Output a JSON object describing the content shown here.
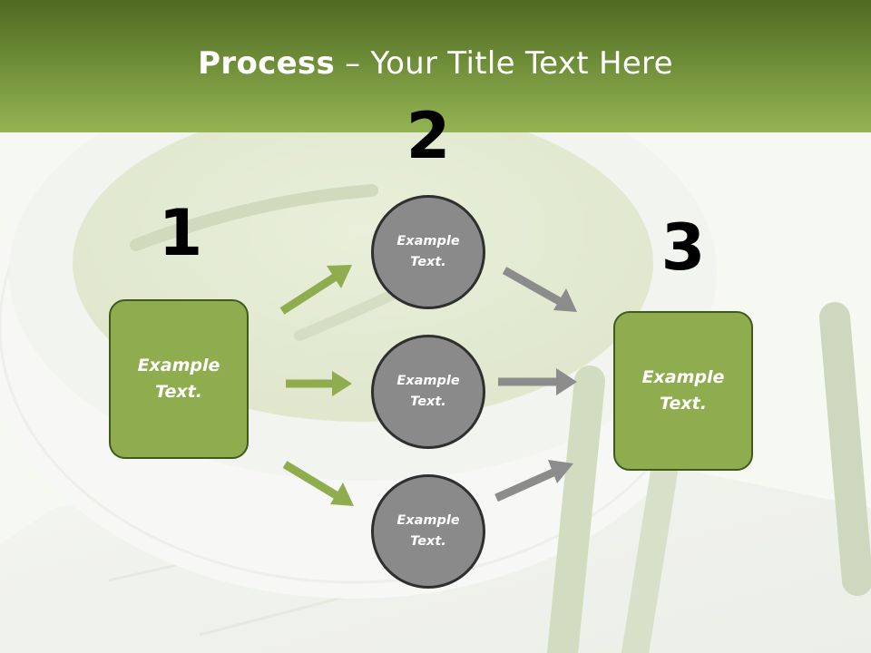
{
  "slide": {
    "title_bold": "Process",
    "title_rest": " – Your Title Text Here"
  },
  "steps": {
    "one": {
      "number": "1",
      "text": "Example Text."
    },
    "two": {
      "number": "2"
    },
    "three": {
      "number": "3",
      "text": "Example Text."
    }
  },
  "circles": [
    {
      "text": "Example Text."
    },
    {
      "text": "Example Text."
    },
    {
      "text": "Example Text."
    }
  ],
  "colors": {
    "green_box": "#8fad4f",
    "green_arrow": "#8fad4f",
    "gray_circle": "#8a8a8a",
    "gray_arrow": "#8c8c8c",
    "header_green": "#6d8c37"
  }
}
